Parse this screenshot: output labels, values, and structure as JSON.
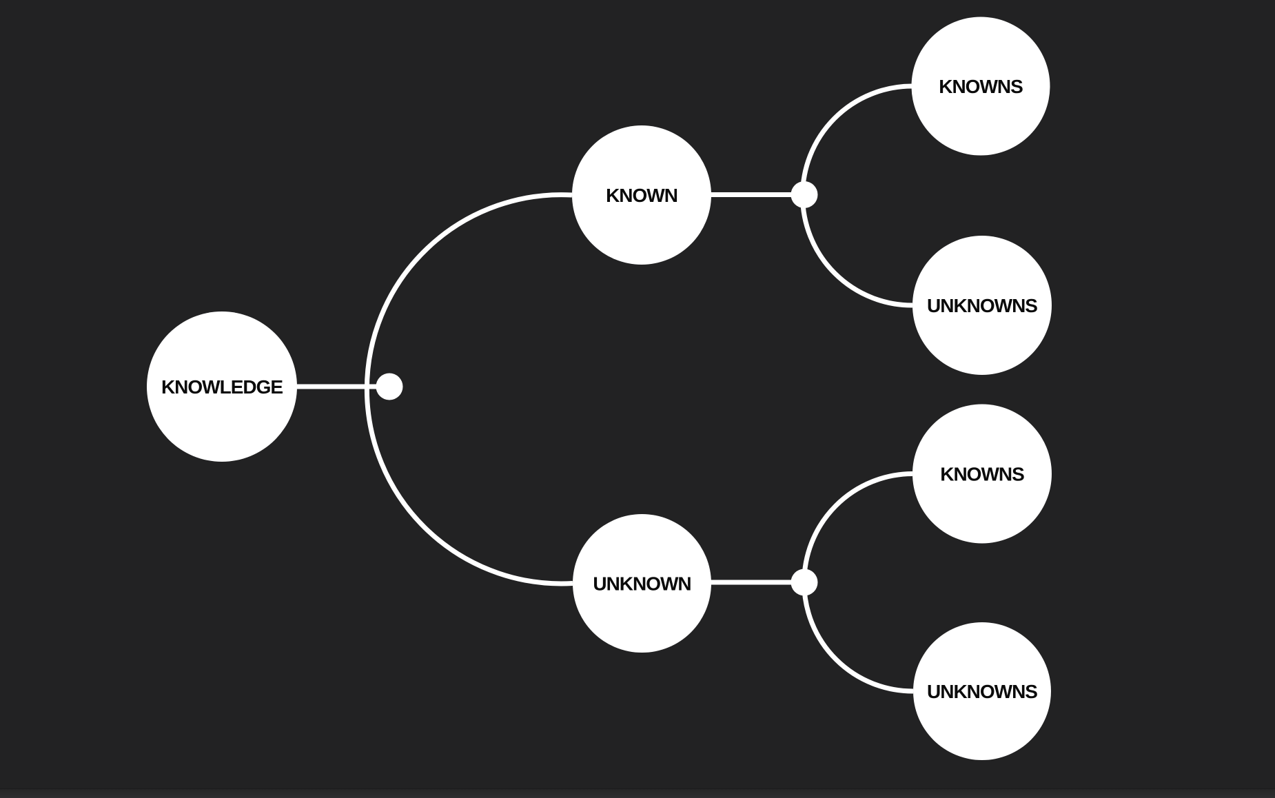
{
  "app": {
    "background_color": "#222223",
    "bottom_edge_color": "#2e2e30"
  },
  "diagram": {
    "type": "mind-map",
    "root": {
      "label": "KNOWLEDGE"
    },
    "branches": [
      {
        "label": "KNOWN",
        "children": [
          {
            "label": "KNOWNS"
          },
          {
            "label": "UNKNOWNS"
          }
        ]
      },
      {
        "label": "UNKNOWN",
        "children": [
          {
            "label": "KNOWNS"
          },
          {
            "label": "UNKNOWNS"
          }
        ]
      }
    ],
    "colors": {
      "node_fill": "#ffffff",
      "node_text": "#0b0b0b",
      "connector": "#ffffff"
    }
  }
}
